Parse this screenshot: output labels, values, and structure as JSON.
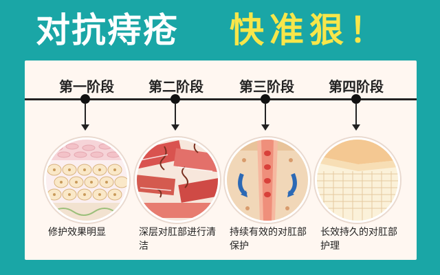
{
  "headline": {
    "main": "对抗痔疮",
    "accent": "快准狠！"
  },
  "stages": [
    {
      "label": "第一阶段",
      "description": "修护效果明显",
      "icon": "skin-repair-cells-icon"
    },
    {
      "label": "第二阶段",
      "description": "深层对肛部进行清洁",
      "icon": "deep-clean-tissue-icon"
    },
    {
      "label": "第三阶段",
      "description": "持续有效的对肛部保护",
      "icon": "protection-vessel-icon"
    },
    {
      "label": "第四阶段",
      "description": "长效持久的对肛部护理",
      "icon": "long-term-care-skin-icon"
    }
  ],
  "colors": {
    "background": "#1aa6a6",
    "panel": "#fff7f1",
    "accent": "#f7e64a"
  }
}
